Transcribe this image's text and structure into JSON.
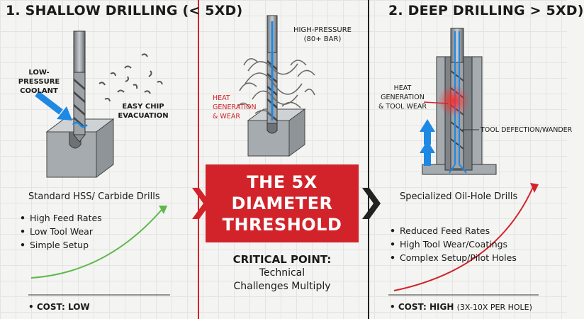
{
  "left": {
    "title": "1. SHALLOW DRILLING (< 5XD)",
    "coolant_label": [
      "LOW-PRESSURE",
      "COOLANT"
    ],
    "chip_label": [
      "EASY CHIP",
      "EVACUATION"
    ],
    "drill_type": "Standard HSS/ Carbide Drills",
    "bullets": [
      "High Feed Rates",
      "Low Tool Wear",
      "Simple Setup"
    ],
    "cost": "COST: LOW"
  },
  "center": {
    "pressure_label": [
      "HIGH-PRESSURE",
      "(80+ BAR)"
    ],
    "heat_label": [
      "HEAT GENERATION",
      "& WEAR"
    ],
    "threshold_lines": [
      "THE 5X",
      "DIAMETER",
      "THRESHOLD"
    ],
    "critical_title": "CRITICAL POINT:",
    "critical_lines": [
      "Technical",
      "Challenges Multiply"
    ]
  },
  "right": {
    "title": "2. DEEP DRILLING > 5XD)",
    "heat_label": [
      "HEAT GENERATION",
      "& TOOL WEAR"
    ],
    "deflection_label": "TOOL DEFECTION/WANDER",
    "drill_type": "Specialized Oil-Hole Drills",
    "bullets": [
      "Reduced Feed Rates",
      "High Tool Wear/Coatings",
      "Complex Setup/Pilot Holes"
    ],
    "cost": "COST: HIGH",
    "cost_extra": "(3X-10X PER HOLE)"
  },
  "colors": {
    "accent_red": "#d2232a",
    "coolant_blue": "#1e88e5",
    "good_green": "#5db84a",
    "bad_red": "#d2232a"
  }
}
